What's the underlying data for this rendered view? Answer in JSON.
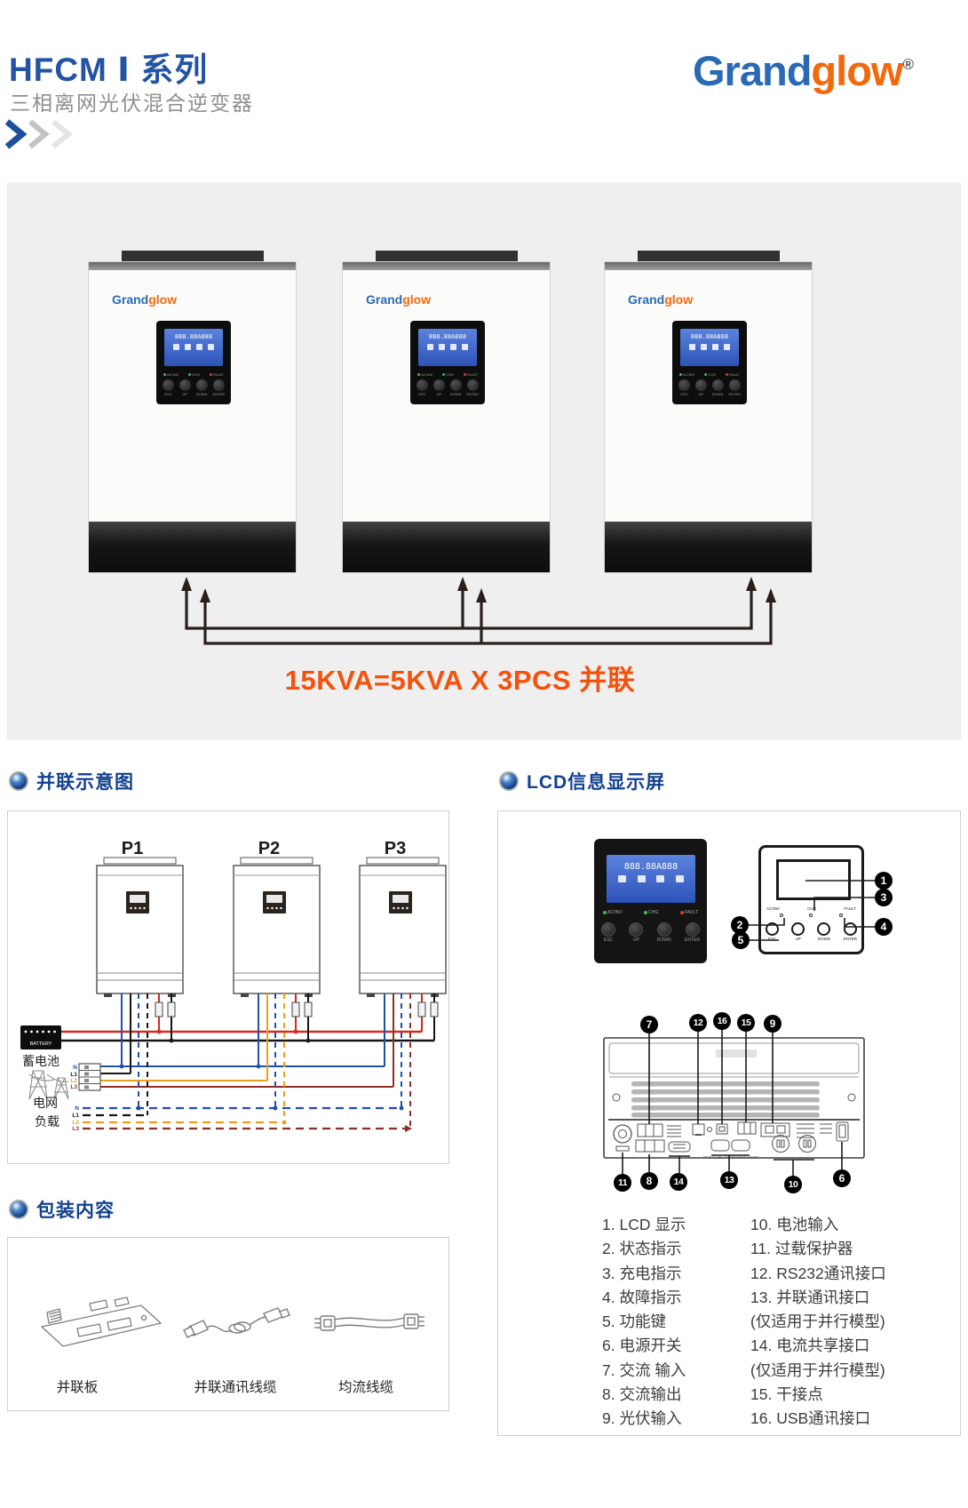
{
  "header": {
    "title": "HFCM Ⅰ 系列",
    "subtitle": "三相离网光伏混合逆变器",
    "logo_part1": "Grand",
    "logo_part2": "glow",
    "logo_reg": "®"
  },
  "hero": {
    "formula": "15KVA=5KVA X 3PCS 并联"
  },
  "parallel_section": {
    "title": "并联示意图",
    "unit_labels": [
      "P1",
      "P2",
      "P3"
    ],
    "battery_label": "BATTERY",
    "battery_cn": "蓄电池",
    "grid_cn": "电网",
    "load_cn": "负载",
    "phase_labels": [
      "N",
      "L1",
      "L2",
      "L3"
    ]
  },
  "lcd_section": {
    "title": "LCD信息显示屏",
    "lcd_value": "888.88A888",
    "indicators": [
      "AC/INV",
      "CHG",
      "FAULT"
    ],
    "buttons": [
      "ESC",
      "UP",
      "DOWN",
      "ENTER"
    ],
    "front_callouts": [
      "1",
      "2",
      "3",
      "4",
      "5"
    ],
    "rear_callouts_top": [
      "7",
      "12",
      "16",
      "15",
      "9"
    ],
    "rear_callouts_bottom": [
      "11",
      "8",
      "14",
      "13",
      "10",
      "6"
    ],
    "rear_label": "PARALLEL COMMUNICATION",
    "legend_left": [
      "1. LCD 显示",
      "2. 状态指示",
      "3. 充电指示",
      "4. 故障指示",
      "5. 功能键",
      "6. 电源开关",
      "7. 交流 输入",
      "8. 交流输出",
      "9. 光伏输入"
    ],
    "legend_right": [
      "10. 电池输入",
      "11. 过载保护器",
      "12. RS232通讯接口",
      "13. 并联通讯接口",
      "(仅适用于并行模型)",
      "14. 电流共享接口",
      "(仅适用于并行模型)",
      "15. 干接点",
      "16. USB通讯接口"
    ]
  },
  "package_section": {
    "title": "包装内容",
    "items": [
      "并联板",
      "并联通讯线缆",
      "均流线缆"
    ]
  },
  "colors": {
    "brand_blue": "#2a6ab4",
    "brand_orange": "#f2690d",
    "title_blue": "#2453a4",
    "section_blue": "#12418f",
    "formula_orange": "#f4520b",
    "lcd_blue": "#3c63c6",
    "led_green": "#3ec04a",
    "led_red": "#e23c28",
    "wire_red": "#d42a20",
    "wire_black": "#151515",
    "wire_blue": "#2050ae",
    "wire_yellow": "#eda017",
    "wire_darkred": "#8d2f27",
    "panel_gray": "#efeff0"
  }
}
